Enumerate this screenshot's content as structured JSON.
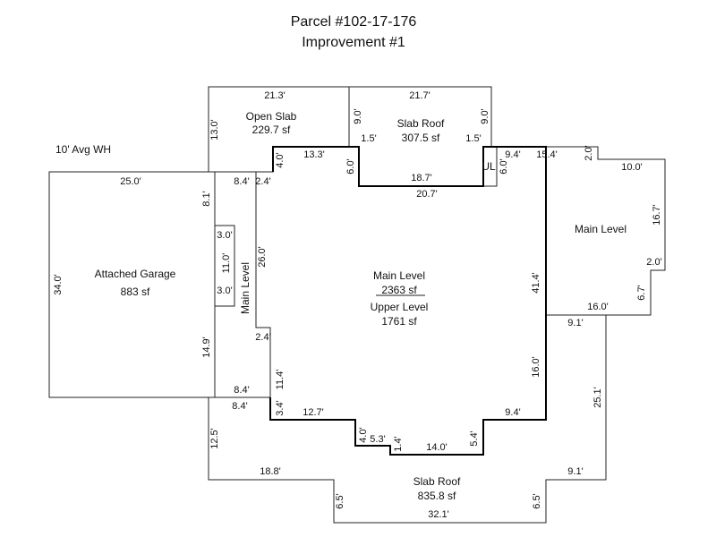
{
  "header": {
    "parcel": "Parcel #102-17-176",
    "improvement": "Improvement #1"
  },
  "note": "10' Avg WH",
  "areas": {
    "open_slab": {
      "name": "Open Slab",
      "area": "229.7 sf"
    },
    "slab_roof_top": {
      "name": "Slab Roof",
      "area": "307.5 sf"
    },
    "main_level_right": {
      "name": "Main Level"
    },
    "garage": {
      "name": "Attached Garage",
      "area": "883 sf"
    },
    "main_level_strip": {
      "name": "Main Level"
    },
    "main_center": {
      "name": "Main Level",
      "area": "2363 sf",
      "upper_name": "Upper Level",
      "upper_area": "1761 sf"
    },
    "slab_roof_bottom": {
      "name": "Slab Roof",
      "area": "835.8 sf"
    },
    "ul": {
      "name": "UL"
    }
  },
  "dims": {
    "d_21_3": "21.3'",
    "d_21_7": "21.7'",
    "d_13_0": "13.0'",
    "d_9_0_a": "9.0'",
    "d_9_0_b": "9.0'",
    "d_1_5_a": "1.5'",
    "d_1_5_b": "1.5'",
    "d_13_3": "13.3'",
    "d_4_0_a": "4.0'",
    "d_6_0_a": "6.0'",
    "d_18_7": "18.7'",
    "d_20_7": "20.7'",
    "d_6_0_b": "6.0'",
    "d_9_4_a": "9.4'",
    "d_15_4": "15.4'",
    "d_2_0_a": "2.0'",
    "d_10_0": "10.0'",
    "d_16_7": "16.7'",
    "d_2_0_b": "2.0'",
    "d_6_7": "6.7'",
    "d_16_0_a": "16.0'",
    "d_41_4": "41.4'",
    "d_9_1_a": "9.1'",
    "d_25_1": "25.1'",
    "d_16_0_b": "16.0'",
    "d_9_4_b": "9.4'",
    "d_9_1_b": "9.1'",
    "d_6_5_a": "6.5'",
    "d_32_1": "32.1'",
    "d_6_5_b": "6.5'",
    "d_18_8": "18.8'",
    "d_12_5": "12.5'",
    "d_25_0": "25.0'",
    "d_34_0": "34.0'",
    "d_8_1": "8.1'",
    "d_8_4_a": "8.4'",
    "d_2_4_a": "2.4'",
    "d_3_0_a": "3.0'",
    "d_11_0": "11.0'",
    "d_3_0_b": "3.0'",
    "d_26_0": "26.0'",
    "d_14_9": "14.9'",
    "d_2_4_b": "2.4'",
    "d_8_4_b": "8.4'",
    "d_11_4": "11.4'",
    "d_8_4_c": "8.4'",
    "d_3_4": "3.4'",
    "d_12_7": "12.7'",
    "d_4_0_b": "4.0'",
    "d_5_3": "5.3'",
    "d_1_4": "1.4'",
    "d_14_0": "14.0'",
    "d_5_4": "5.4'"
  }
}
